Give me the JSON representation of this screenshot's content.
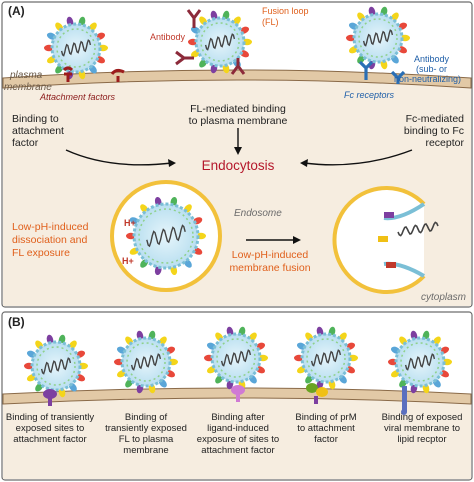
{
  "panelA": {
    "tag": "(A)",
    "membrane_label_line1": "plasma",
    "membrane_label_line2": "membrane",
    "cytoplasm_label": "cytoplasm",
    "attachment_factors_label": "Attachment factors",
    "antibody_fl_label": "Antibody",
    "fusion_loop_line1": "Fusion loop",
    "fusion_loop_line2": "(FL)",
    "antibody_right_line1": "Antibody",
    "antibody_right_line2": "(sub- or",
    "antibody_right_line3": "non-neutralizing)",
    "fc_receptors_label": "Fc receptors",
    "step_left_line1": "Binding to",
    "step_left_line2": "attachment",
    "step_left_line3": "factor",
    "step_mid_line1": "FL-mediated binding",
    "step_mid_line2": "to plasma membrane",
    "step_right_line1": "Fc-mediated",
    "step_right_line2": "binding to Fc",
    "step_right_line3": "receptor",
    "endocytosis_label": "Endocytosis",
    "endosome_label": "Endosome",
    "hplus_1": "H+",
    "hplus_2": "H+",
    "lowph_left_line1": "Low-pH-induced",
    "lowph_left_line2": "dissociation and",
    "lowph_left_line3": "FL exposure",
    "lowph_fusion_line1": "Low-pH-induced",
    "lowph_fusion_line2": "membrane fusion"
  },
  "panelB": {
    "tag": "(B)",
    "captions": [
      {
        "l1": "Binding of transiently",
        "l2": "exposed sites to",
        "l3": "attachment factor",
        "l4": ""
      },
      {
        "l1": "Binding of",
        "l2": "transiently exposed",
        "l3": "FL to plasma",
        "l4": "membrane"
      },
      {
        "l1": "Binding after",
        "l2": "ligand-induced",
        "l3": "exposure of sites to",
        "l4": "attachment factor"
      },
      {
        "l1": "Binding of prM",
        "l2": "to attachment",
        "l3": "factor",
        "l4": ""
      },
      {
        "l1": "Binding of exposed",
        "l2": "viral membrane to",
        "l3": "lipid recptor",
        "l4": ""
      }
    ]
  },
  "colors": {
    "membrane": "#e8d2b4",
    "membrane_edge": "#8a6a48",
    "cytoplasm": "#f6ede0",
    "virion_core": "#cfe9f4",
    "virion_ring": "#7bbfd6",
    "envelope_yellow": "#f4d51a",
    "accent_red": "#c0392b",
    "text_orange": "#e0601c",
    "text_blue": "#1f5fa8",
    "text_darkred": "#8b1a1a"
  }
}
